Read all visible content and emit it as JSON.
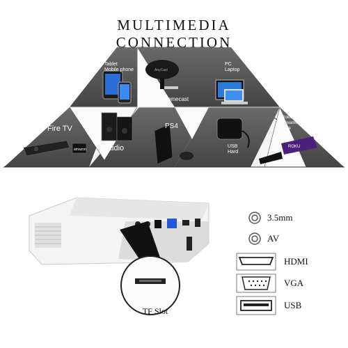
{
  "title": {
    "line1": "MULTIMEDIA",
    "line2": "CONNECTION"
  },
  "devices": {
    "tablet": "Tablet\nMobile phone",
    "chromecast": "Chromecast",
    "chromecast_brand": "AnyCast",
    "pc": "PC\nLaptop",
    "firetv": "Fire TV",
    "firetv_brand": "amazon",
    "audio": "Audio",
    "ps4": "PS4",
    "usb_hard": "USB\nHard",
    "roku": "Roku\nStreaming\nStick",
    "roku_brand": "ROKU"
  },
  "ports": [
    {
      "label": "3.5mm",
      "icon": "audio-jack-icon"
    },
    {
      "label": "AV",
      "icon": "av-jack-icon"
    },
    {
      "label": "HDMI",
      "icon": "hdmi-port-icon"
    },
    {
      "label": "VGA",
      "icon": "vga-port-icon"
    },
    {
      "label": "USB",
      "icon": "usb-port-icon"
    }
  ],
  "tf_slot": "TF Slot",
  "colors": {
    "panel_dark": "#545454",
    "panel_light": "#ffffff",
    "text_dark": "#111111"
  }
}
